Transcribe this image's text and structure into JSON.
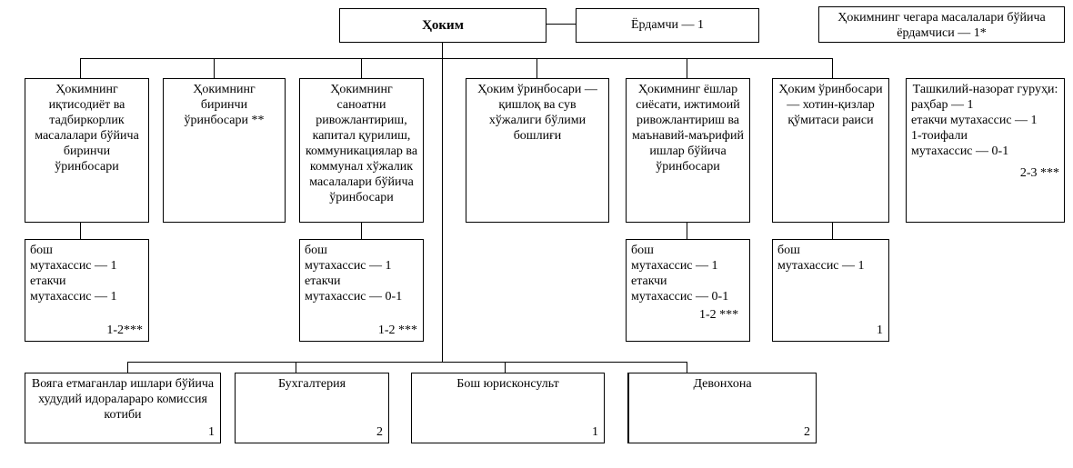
{
  "top": {
    "head": "Ҳоким",
    "assistant": "Ёрдамчи — 1",
    "border_assistant": "Ҳокимнинг чегара масалалари бўйича ёрдамчиси — 1*"
  },
  "deputies": [
    "Ҳокимнинг иқтисодиёт ва тадбиркорлик масалалари бўйича биринчи ўринбосари",
    "Ҳокимнинг биринчи ўринбосари **",
    "Ҳокимнинг саноатни ривожлантириш, капитал қурилиш, коммуникациялар ва коммунал хўжалик масалалари бўйича ўринбосари",
    "Ҳоким ўринбосари — қишлоқ ва сув хўжалиги бўлими бошлиғи",
    "Ҳокимнинг ёшлар сиёсати, ижтимоий ривожлантириш ва маънавий-маърифий ишлар бўйича ўринбосари",
    "Ҳоким ўринбосари — хотин-қизлар қўмитаси раиси"
  ],
  "control_group": {
    "title": "Ташкилий-назорат гуруҳи:",
    "lines": [
      "раҳбар — 1",
      "етакчи мутахассис — 1",
      "1-тоифали",
      "мутахассис — 0-1"
    ],
    "count": "2-3 ***"
  },
  "staff": [
    {
      "lines": [
        "бош",
        "мутахассис — 1",
        "етакчи",
        "мутахассис — 1"
      ],
      "count": "1-2***"
    },
    {
      "lines": [
        "бош",
        "мутахассис — 1",
        "етакчи",
        "мутахассис — 0-1"
      ],
      "count": "1-2 ***"
    },
    {
      "lines": [
        "бош",
        "мутахассис — 1",
        "етакчи",
        "мутахассис — 0-1"
      ],
      "count": "1-2 ***"
    },
    {
      "lines": [
        "бош",
        "мутахассис — 1"
      ],
      "count": "1"
    }
  ],
  "bottom": [
    {
      "label": "Вояга етмаганлар ишлари бўйича худудий идораларaро комиссия котиби",
      "count": "1"
    },
    {
      "label": "Бухгалтерия",
      "count": "2"
    },
    {
      "label": "Бош юрисконсульт",
      "count": "1"
    },
    {
      "label": "Девонхона",
      "count": "2"
    }
  ]
}
